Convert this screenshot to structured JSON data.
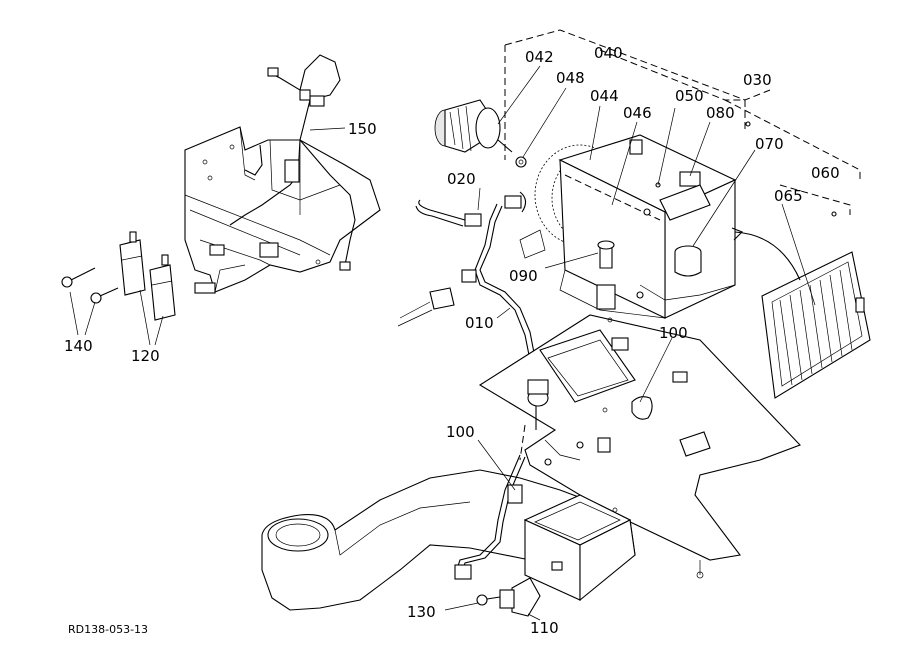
{
  "diagram_code": "RD138-053-13",
  "callouts": {
    "c010": "010",
    "c020": "020",
    "c030": "030",
    "c040": "040",
    "c042": "042",
    "c044": "044",
    "c046": "046",
    "c048": "048",
    "c050": "050",
    "c060": "060",
    "c065": "065",
    "c070": "070",
    "c080": "080",
    "c090": "090",
    "c100a": "100",
    "c100b": "100",
    "c110": "110",
    "c120": "120",
    "c130": "130",
    "c140": "140",
    "c150": "150"
  }
}
